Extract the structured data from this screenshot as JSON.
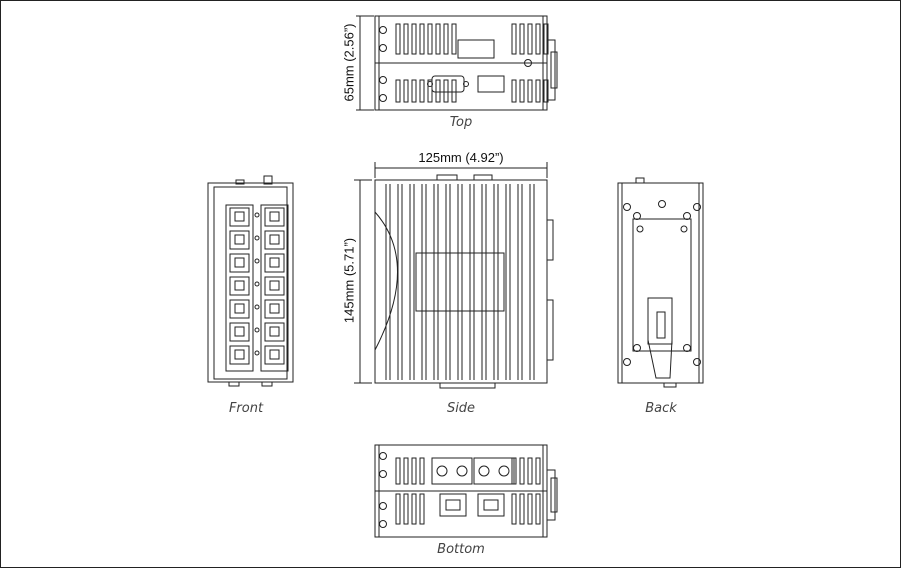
{
  "views": {
    "top": "Top",
    "front": "Front",
    "side": "Side",
    "back": "Back",
    "bottom": "Bottom"
  },
  "dimensions": {
    "height_top": "65mm (2.56”)",
    "width_side": "125mm (4.92”)",
    "height_side": "145mm (5.71”)"
  },
  "colors": {
    "line": "#222222",
    "frame": "#222222"
  }
}
